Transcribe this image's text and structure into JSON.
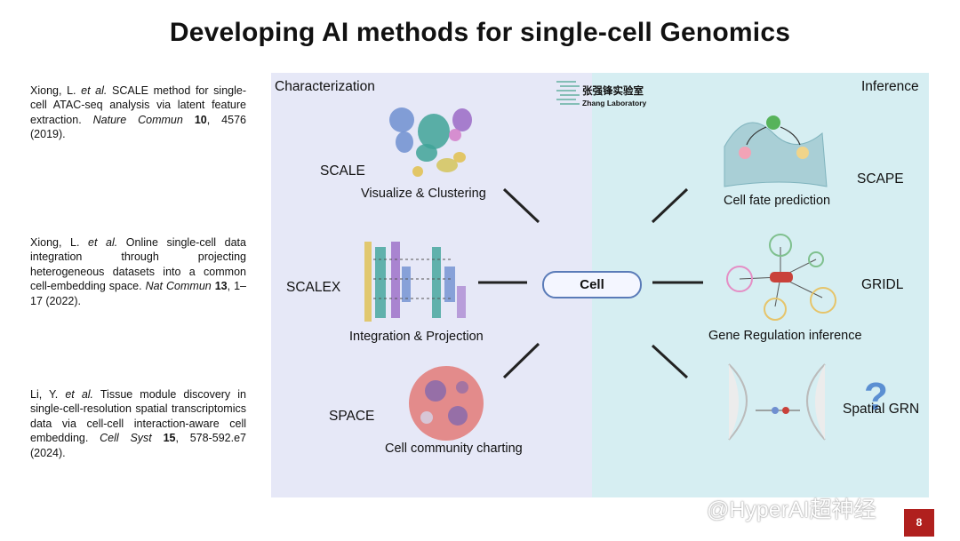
{
  "title": "Developing AI methods for single-cell Genomics",
  "references": [
    {
      "authors": "Xiong, L. ",
      "etal": "et al.",
      "text": " SCALE method for single-cell ATAC-seq analysis via latent feature extraction. ",
      "journal": "Nature Commun",
      "volume": "10",
      "pages": ", 4576 (2019)."
    },
    {
      "authors": "Xiong, L. ",
      "etal": "et al.",
      "text": " Online single-cell data integration through projecting heterogeneous datasets into a common cell-embedding space. ",
      "journal": "Nat Commun",
      "volume": "13",
      "pages": ", 1–17 (2022)."
    },
    {
      "authors": "Li, Y. ",
      "etal": "et al.",
      "text": " Tissue module discovery in single-cell-resolution spatial transcriptomics data via cell-cell interaction-aware cell embedding. ",
      "journal": "Cell Syst",
      "volume": "15",
      "pages": ", 578-592.e7 (2024)."
    }
  ],
  "diagram": {
    "left_header": "Characterization",
    "right_header": "Inference",
    "center": "Cell",
    "lab": {
      "name_cn": "张强锋实验室",
      "name_en": "Zhang Laboratory"
    },
    "left_methods": [
      {
        "name": "SCALE",
        "task": "Visualize & Clustering"
      },
      {
        "name": "SCALEX",
        "task": "Integration & Projection"
      },
      {
        "name": "SPACE",
        "task": "Cell community charting"
      }
    ],
    "right_methods": [
      {
        "name": "SCAPE",
        "task": "Cell fate prediction"
      },
      {
        "name": "GRIDL",
        "task": "Gene Regulation inference"
      },
      {
        "name": "Spatial GRN",
        "task": ""
      }
    ],
    "colors": {
      "left_panel": "#e6e8f7",
      "right_panel": "#d6eef2",
      "pill_border": "#5a7bb8",
      "accent_red": "#b0201e"
    }
  },
  "watermark": "@HyperAI超神经",
  "page_number": "8"
}
